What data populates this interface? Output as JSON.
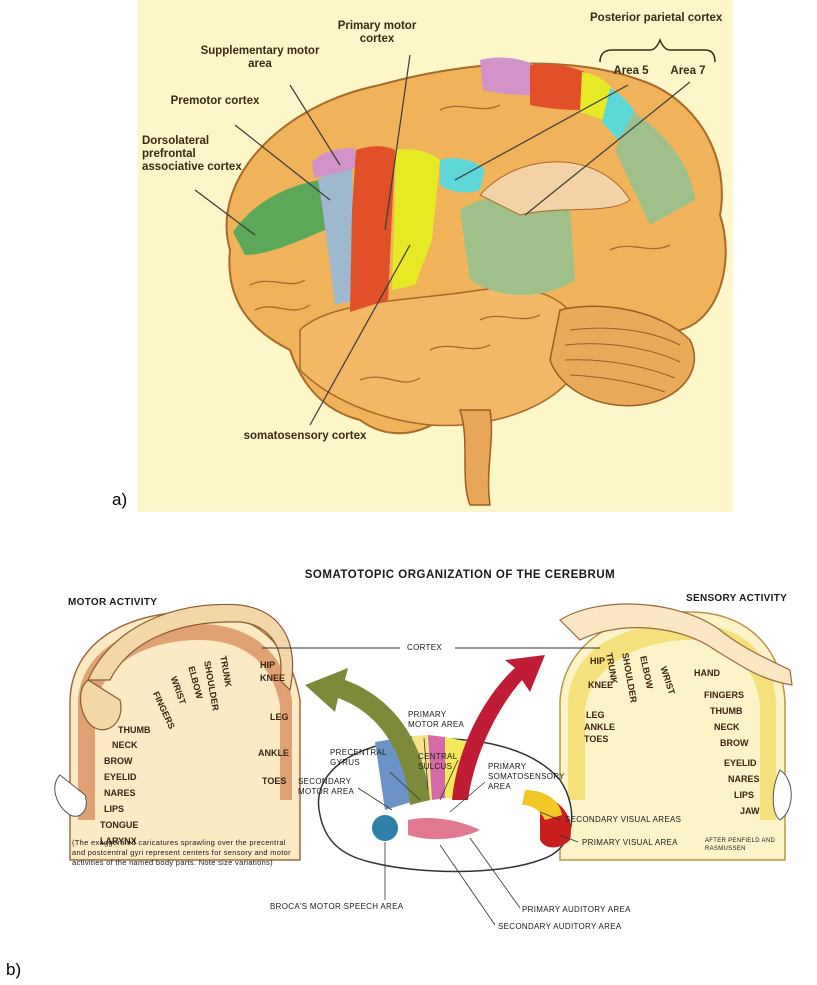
{
  "panel_a": {
    "caption": "a)",
    "labels": {
      "primary_motor": "Primary motor cortex",
      "supplementary": "Supplementary motor area",
      "premotor": "Premotor cortex",
      "dlpfc": "Dorsolateral prefrontal associative cortex",
      "posterior_parietal": "Posterior parietal cortex",
      "area5": "Area 5",
      "area7": "Area 7",
      "somatosensory": "somatosensory cortex"
    }
  },
  "panel_b": {
    "caption": "b)",
    "title": "SOMATOTOPIC ORGANIZATION OF THE CEREBRUM",
    "motor_activity": "MOTOR ACTIVITY",
    "sensory_activity": "SENSORY ACTIVITY",
    "cortex": "CORTEX",
    "motor_parts": [
      "HIP",
      "KNEE",
      "TRUNK",
      "SHOULDER",
      "ELBOW",
      "WRIST",
      "FINGERS",
      "THUMB",
      "NECK",
      "BROW",
      "EYELID",
      "NARES",
      "LIPS",
      "TONGUE",
      "LARYNX",
      "LEG",
      "ANKLE",
      "TOES"
    ],
    "sensory_parts": [
      "HIP",
      "TRUNK",
      "SHOULDER",
      "ELBOW",
      "WRIST",
      "HAND",
      "FINGERS",
      "THUMB",
      "NECK",
      "BROW",
      "EYELID",
      "NARES",
      "LIPS",
      "JAW",
      "KNEE",
      "LEG",
      "ANKLE",
      "TOES"
    ],
    "areas": {
      "primary_motor": "PRIMARY MOTOR AREA",
      "precentral": "PRECENTRAL GYRUS",
      "central_sulcus": "CENTRAL SULCUS",
      "primary_somato": "PRIMARY SOMATOSENSORY AREA",
      "secondary_motor": "SECONDARY MOTOR AREA",
      "secondary_visual": "SECONDARY VISUAL AREAS",
      "primary_visual": "PRIMARY VISUAL AREA",
      "broca": "BROCA'S MOTOR SPEECH AREA",
      "primary_auditory": "PRIMARY AUDITORY AREA",
      "secondary_auditory": "SECONDARY AUDITORY AREA"
    },
    "note": "(The exaggerated caricatures sprawling over the precentral and postcentral gyri represent centers for sensory and motor activities of the named body parts. Note size variations)",
    "credit": "AFTER PENFIELD AND RASMUSSEN"
  },
  "colors": {
    "brain": "#f0b35a",
    "dlpfc": "#5ba85a",
    "premotor": "#9db8cf",
    "supplementary": "#d193c9",
    "motor": "#e2502a",
    "somato": "#e6ea24",
    "area5": "#5ed7d8",
    "area7": "#9fc08a"
  }
}
